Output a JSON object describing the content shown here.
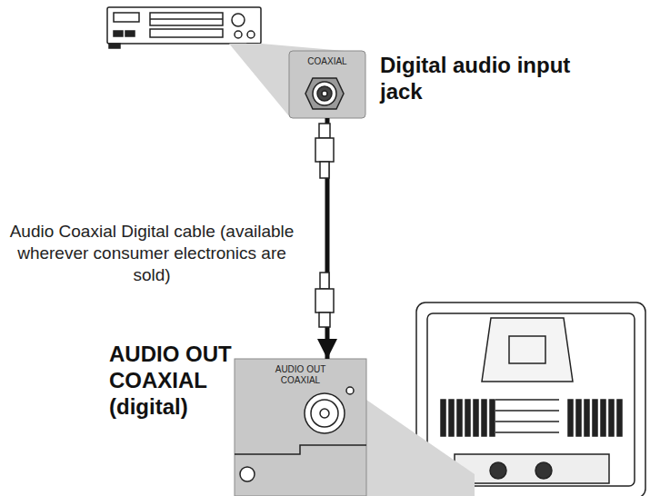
{
  "diagram": {
    "nodes": [
      {
        "text": [
          "COAXIAL"
        ]
      },
      {
        "text": [
          "AUDIO OUT COAXIAL"
        ]
      }
    ],
    "edges": [
      {
        "from": 0,
        "to": 1,
        "arrow": "to",
        "label": "Audio Coaxial Digital cable (available wherever consumer electronics are sold)"
      }
    ],
    "labels": [
      "Digital audio input jack",
      "AUDIO OUT COAXIAL (digital)"
    ]
  }
}
